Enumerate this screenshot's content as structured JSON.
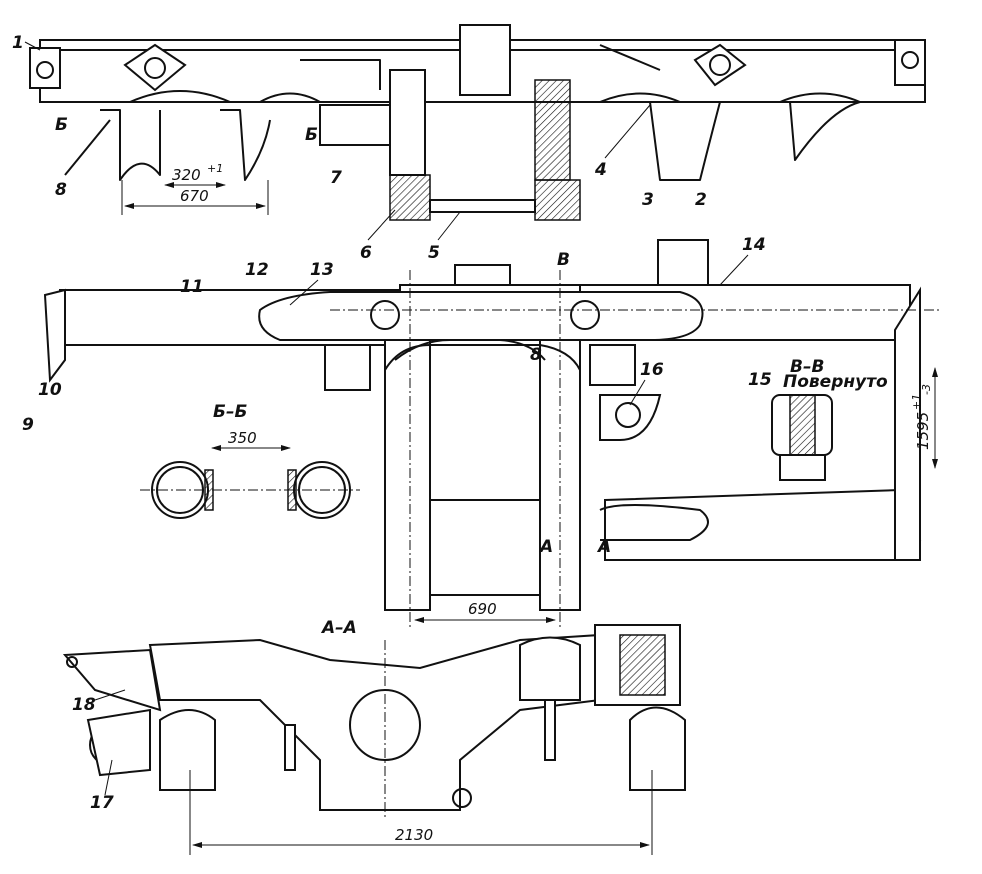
{
  "drawing": {
    "top_view_labels": {
      "p1": "1",
      "p2": "2",
      "p3": "3",
      "p4": "4",
      "p5": "5",
      "p6": "6",
      "p7": "7",
      "p8": "8",
      "section_b": "Б"
    },
    "top_view_dims": {
      "inner": "320",
      "inner_tol": "+1",
      "outer": "670"
    },
    "plan_view_labels": {
      "p9": "9",
      "p10": "10",
      "p11": "11",
      "p12": "12",
      "p13": "13",
      "p14": "14",
      "p15": "15",
      "p16": "16",
      "p8": "8",
      "section_v": "В",
      "section_a": "А"
    },
    "section_bb": {
      "title": "Б–Б",
      "dim": "350"
    },
    "section_vv": {
      "title": "В–В",
      "note": "Повернуто",
      "dim": "1595",
      "dim_tol_upper": "+1",
      "dim_tol_lower": "-3"
    },
    "plan_dim": "690",
    "section_aa": {
      "title": "А–А",
      "p17": "17",
      "p18": "18",
      "dim": "2130"
    }
  }
}
